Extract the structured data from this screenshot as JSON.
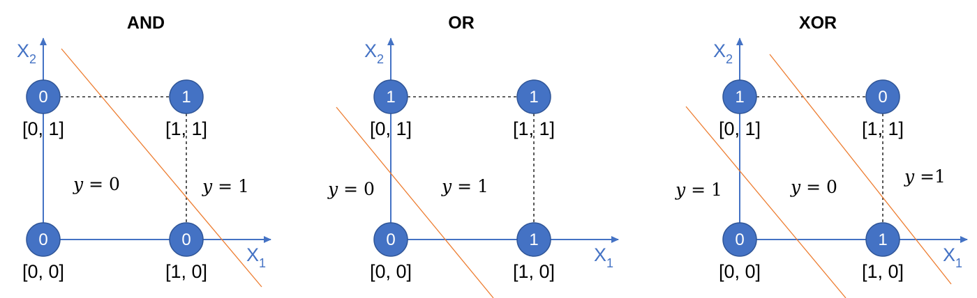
{
  "colors": {
    "axis": "#4472C4",
    "node_fill": "#4472C4",
    "node_stroke": "#2F5597",
    "boundary": "#ED7D31",
    "dash": "#000000"
  },
  "axes": {
    "x_main": "X",
    "x_sub": "1",
    "y_main": "X",
    "y_sub": "2"
  },
  "panels": [
    {
      "id": "and",
      "title": "AND",
      "nodes": [
        {
          "pos": "top-left",
          "value": "0",
          "coord": "[0, 1]"
        },
        {
          "pos": "top-right",
          "value": "1",
          "coord": "[1, 1]"
        },
        {
          "pos": "bottom-left",
          "value": "0",
          "coord": "[0, 0]"
        },
        {
          "pos": "bottom-right",
          "value": "0",
          "coord": "[1, 0]"
        }
      ],
      "regions": [
        {
          "y": "y",
          "rest": " = 0"
        },
        {
          "y": "y",
          "rest": " = 1"
        }
      ]
    },
    {
      "id": "or",
      "title": "OR",
      "nodes": [
        {
          "pos": "top-left",
          "value": "1",
          "coord": "[0, 1]"
        },
        {
          "pos": "top-right",
          "value": "1",
          "coord": "[1, 1]"
        },
        {
          "pos": "bottom-left",
          "value": "0",
          "coord": "[0, 0]"
        },
        {
          "pos": "bottom-right",
          "value": "1",
          "coord": "[1, 0]"
        }
      ],
      "regions": [
        {
          "y": "y",
          "rest": " = 0"
        },
        {
          "y": "y",
          "rest": " = 1"
        }
      ]
    },
    {
      "id": "xor",
      "title": "XOR",
      "nodes": [
        {
          "pos": "top-left",
          "value": "1",
          "coord": "[0, 1]"
        },
        {
          "pos": "top-right",
          "value": "0",
          "coord": "[1, 1]"
        },
        {
          "pos": "bottom-left",
          "value": "0",
          "coord": "[0, 0]"
        },
        {
          "pos": "bottom-right",
          "value": "1",
          "coord": "[1, 0]"
        }
      ],
      "regions": [
        {
          "y": "y",
          "rest": " = 1"
        },
        {
          "y": "y",
          "rest": " = 0"
        },
        {
          "y": "y",
          "rest": " =1"
        }
      ]
    }
  ]
}
